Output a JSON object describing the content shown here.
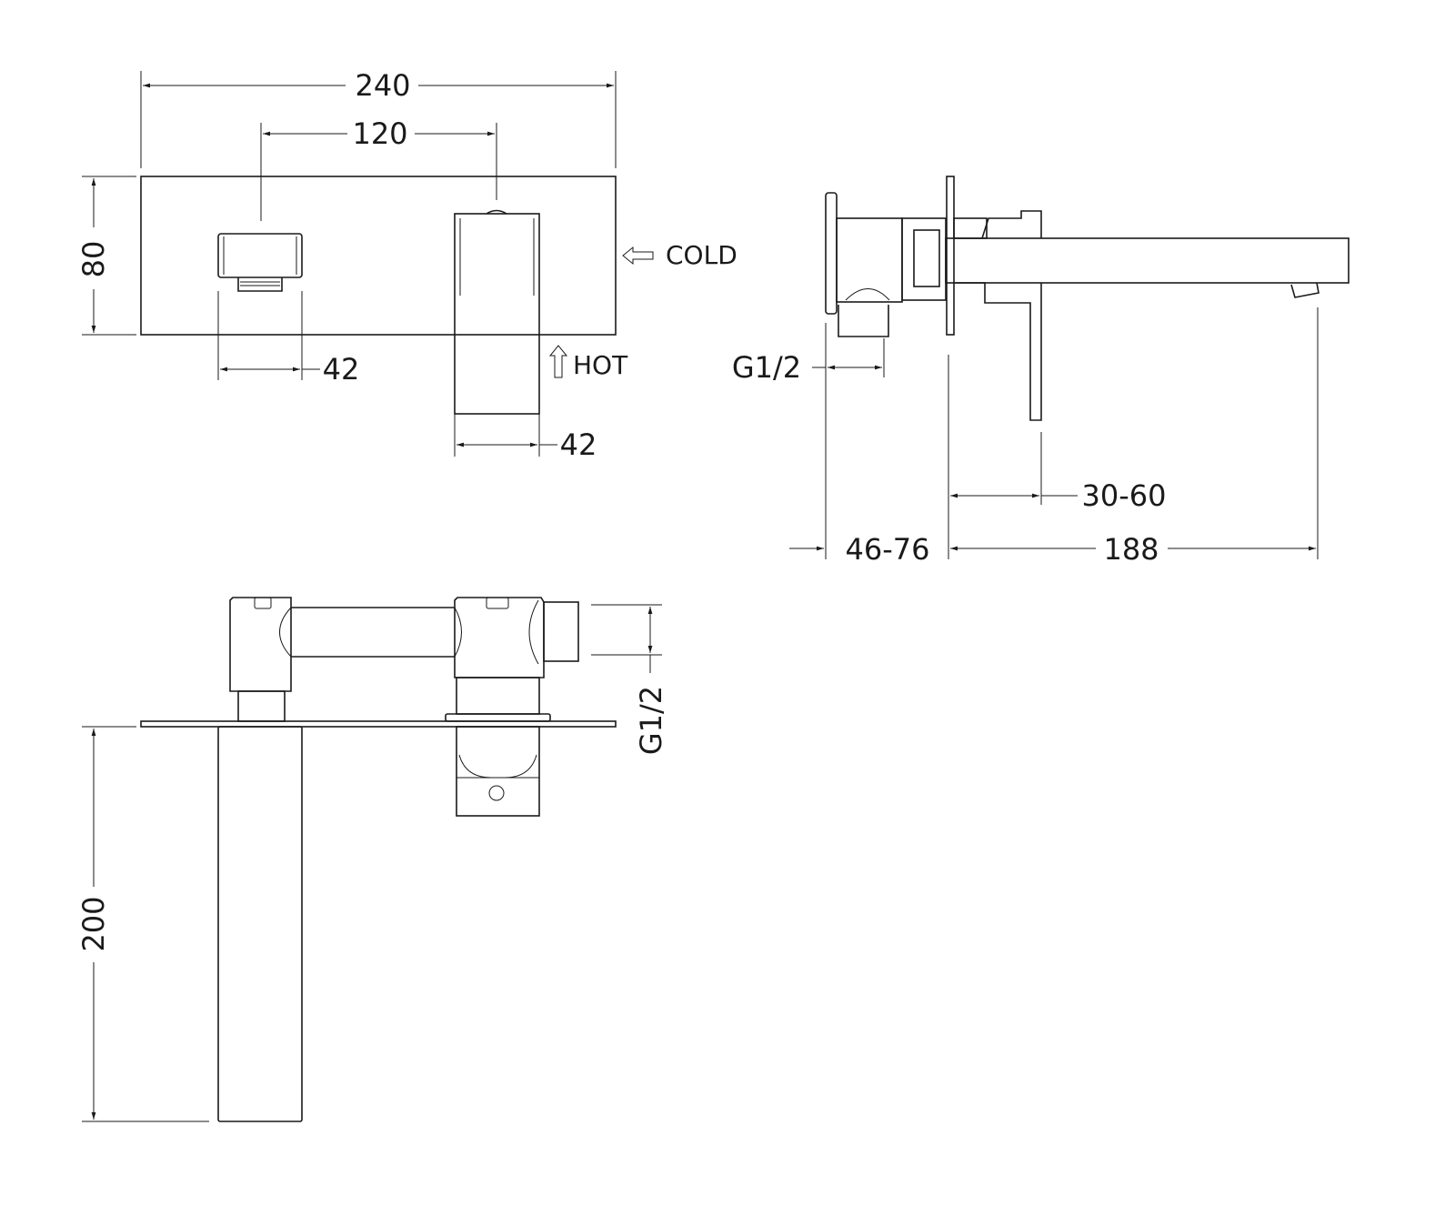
{
  "drawing": {
    "line_color": "#1a1a1a",
    "front_view": {
      "width": "240",
      "centres": "120",
      "height": "80",
      "spout_width": "42",
      "handle_width": "42",
      "cold_label": "COLD",
      "hot_label": "HOT"
    },
    "side_view": {
      "inlet_thread": "G1/2",
      "wall_depth": "46-76",
      "projection": "188",
      "lever_gap": "30-60"
    },
    "top_view": {
      "inlet_thread": "G1/2",
      "spout_length": "200"
    }
  }
}
